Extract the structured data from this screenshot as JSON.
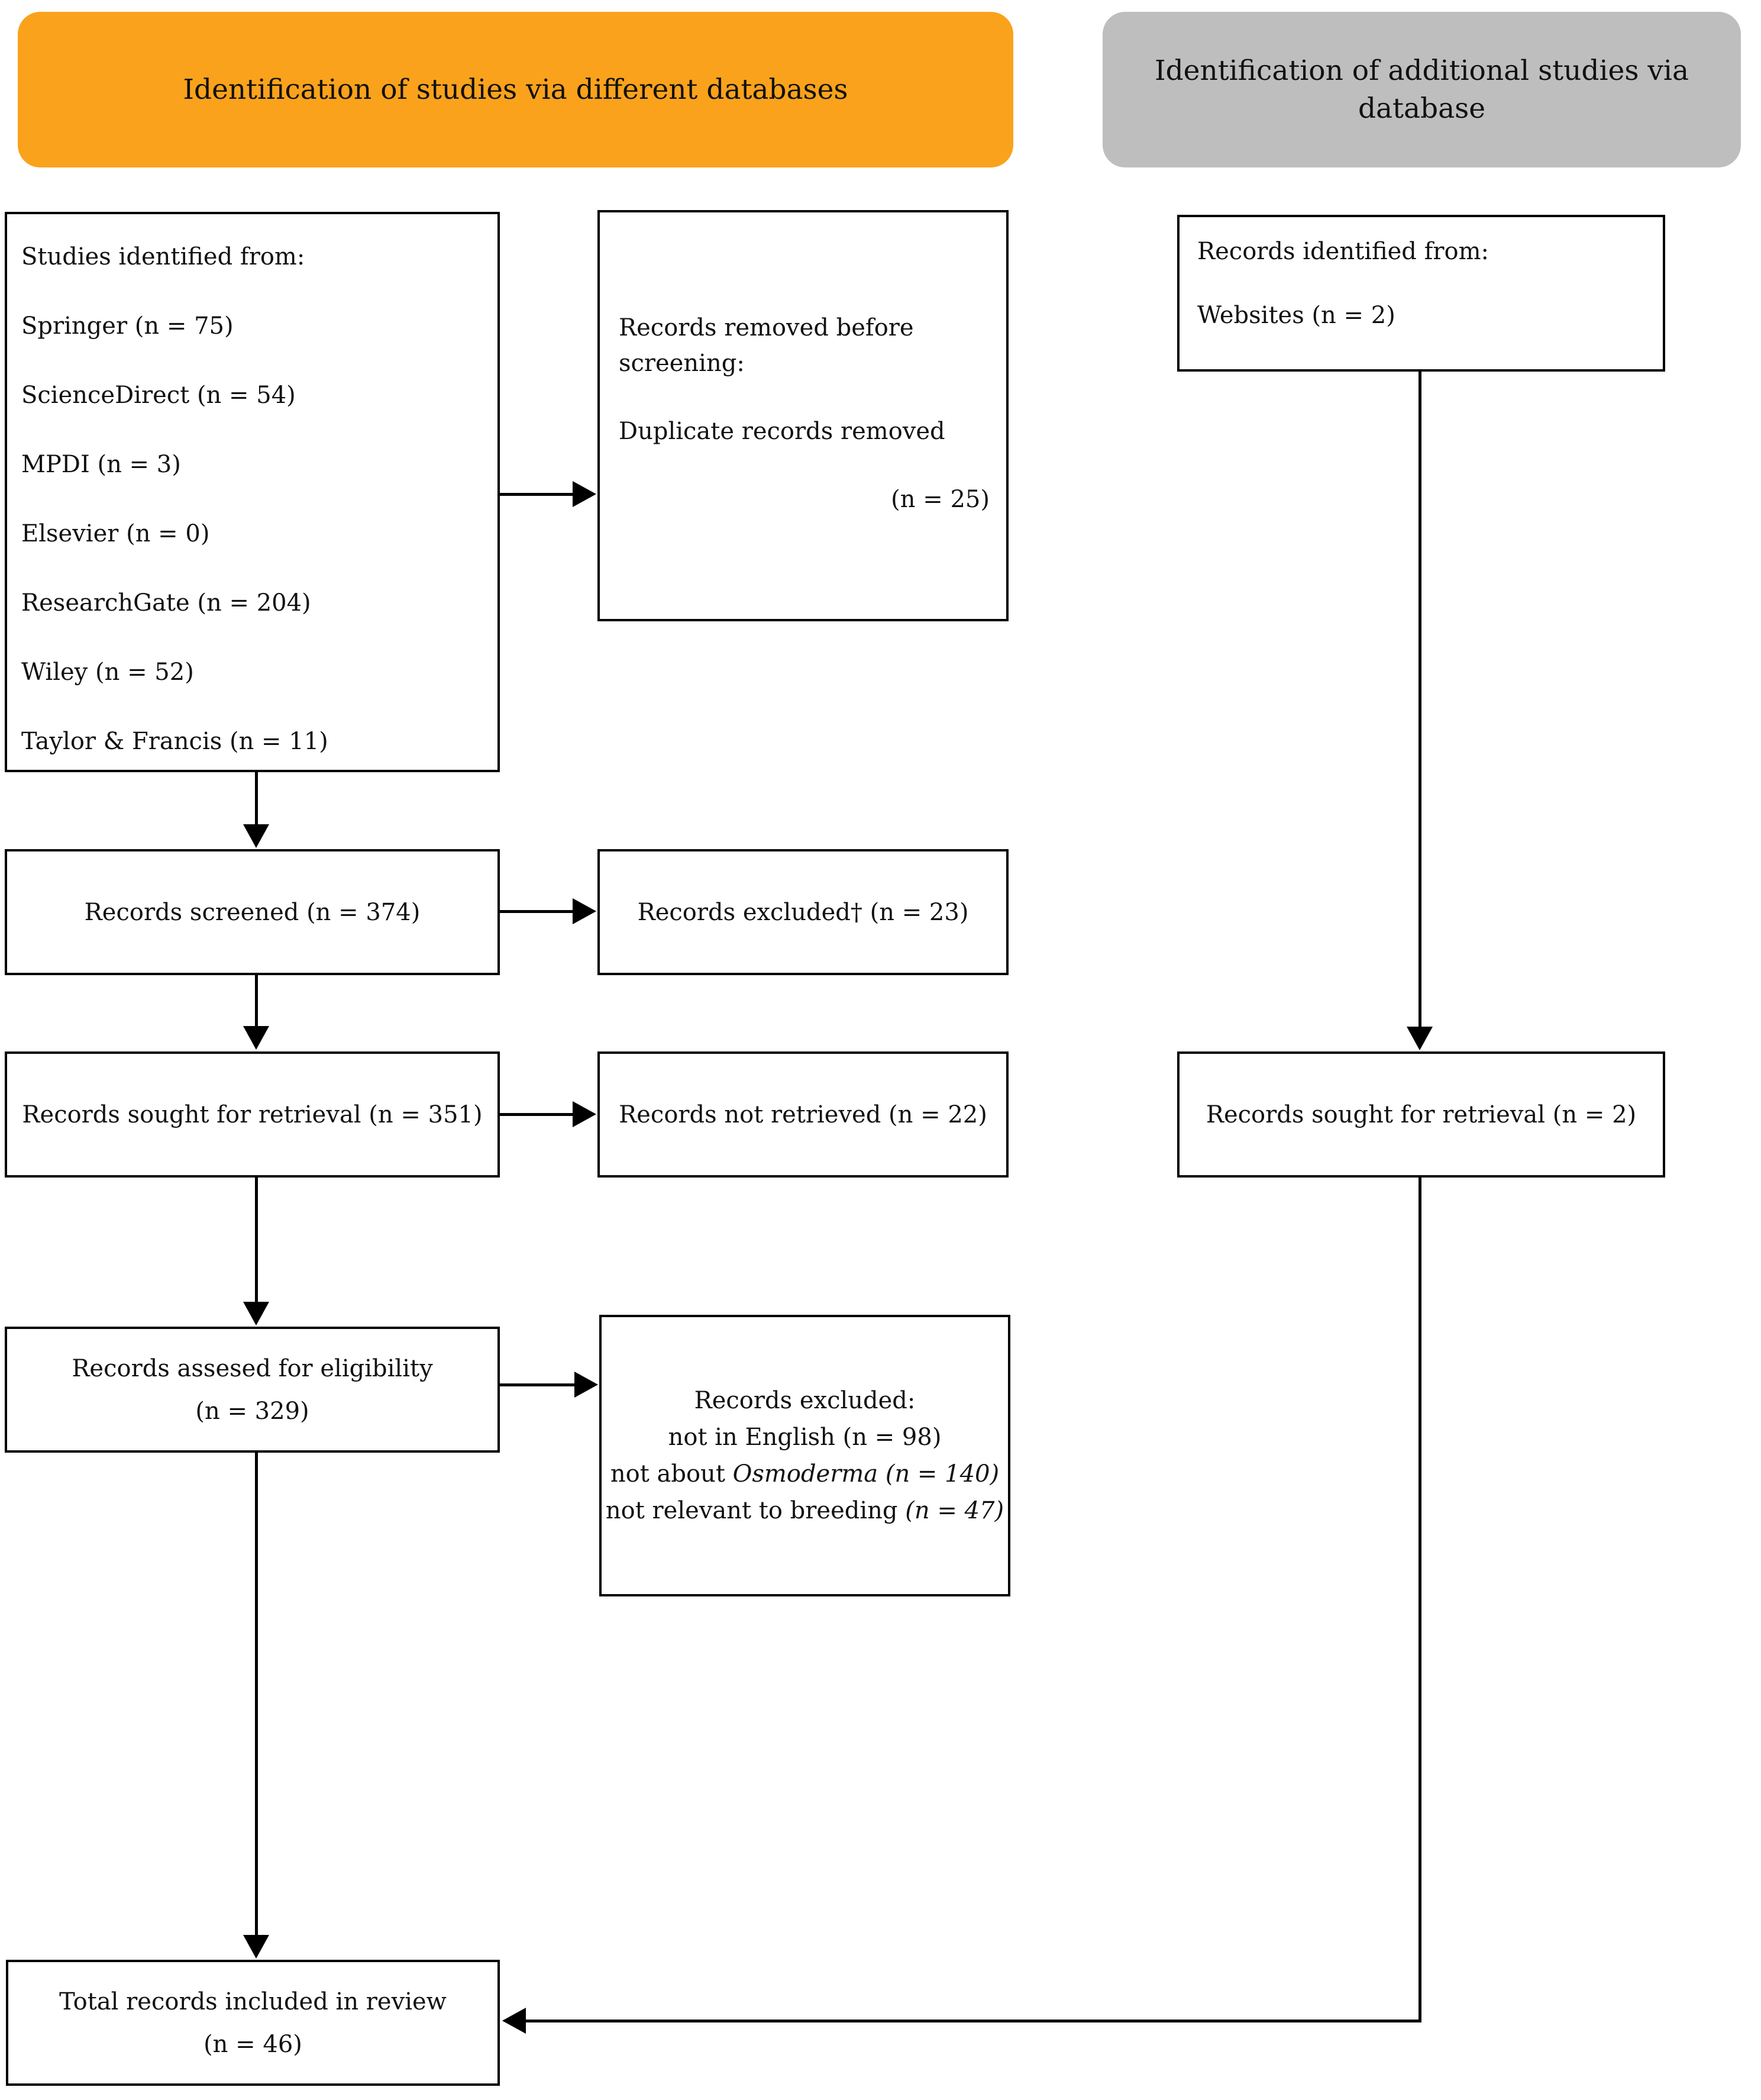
{
  "headers": {
    "left_title": "Identification of studies via different databases",
    "right_title_line1": "Identification of additional studies via",
    "right_title_line2": "database"
  },
  "left_column": {
    "sources_box": {
      "title": "Studies identified from:",
      "items": [
        "Springer (n = 75)",
        "ScienceDirect (n = 54)",
        "MPDI (n = 3)",
        "Elsevier (n = 0)",
        "ResearchGate (n = 204)",
        "Wiley (n = 52)",
        "Taylor & Francis (n = 11)"
      ]
    },
    "screened_label": "Records screened (n = 374)",
    "retrieval_label": "Records sought for retrieval (n = 351)",
    "eligibility_line1": "Records assesed for eligibility",
    "eligibility_line2": "(n = 329)",
    "total_line1": "Total records included in review",
    "total_line2": "(n = 46)"
  },
  "middle_column": {
    "removed_line1": "Records removed before screening:",
    "removed_line2": "Duplicate records removed",
    "removed_count": "(n = 25)",
    "excluded_label": "Records excluded† (n = 23)",
    "not_retrieved_label": "Records not retrieved (n = 22)",
    "detail_line1": "Records excluded:",
    "detail_line2": "not in English (n = 98)",
    "detail_line3_prefix": "not about ",
    "detail_line3_italic": "Osmoderma (n = 140)",
    "detail_line4_prefix": "not relevant to breeding ",
    "detail_line4_italic": "(n = 47)"
  },
  "right_column": {
    "identified_title": "Records identified from:",
    "identified_item": "Websites (n = 2)",
    "retrieval_label": "Records sought for retrieval (n = 2)"
  },
  "colors": {
    "left_header_bg": "#FAA21B",
    "right_header_bg": "#BEBEBE",
    "box_border": "#000000",
    "text": "#111111"
  }
}
